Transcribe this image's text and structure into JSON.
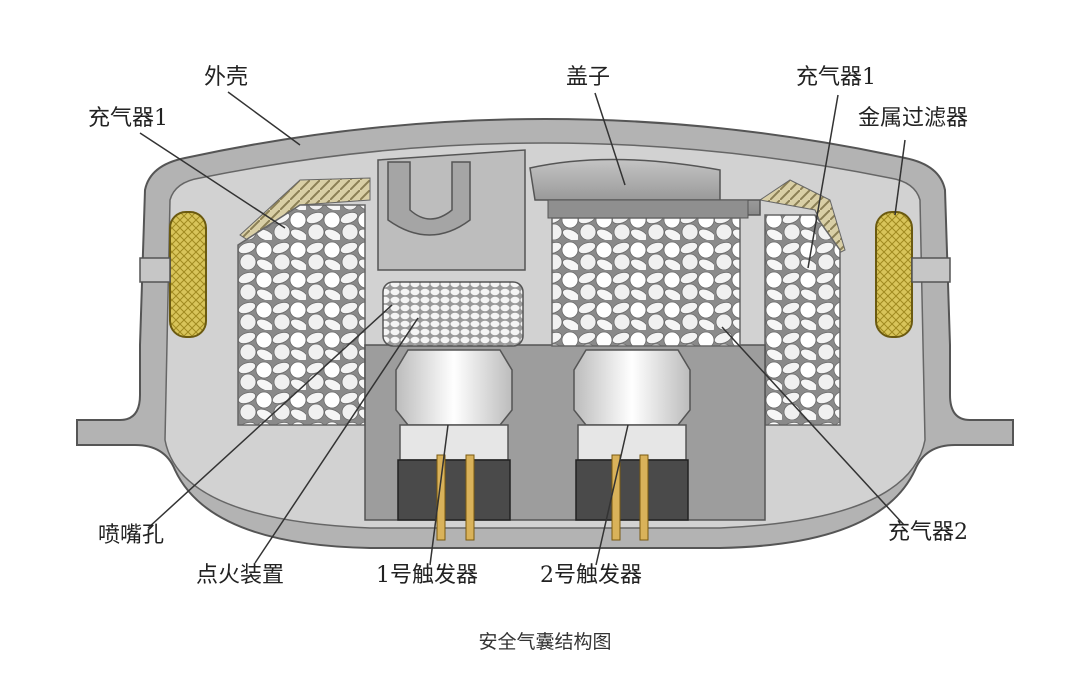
{
  "labels": {
    "outer_shell": "外壳",
    "inflator1_left": "充气器1",
    "cover": "盖子",
    "inflator1_right": "充气器1",
    "metal_filter": "金属过滤器",
    "nozzle_hole": "喷嘴孔",
    "ignition_device": "点火装置",
    "trigger1": "1号触发器",
    "trigger2": "2号触发器",
    "inflator2": "充气器2"
  },
  "caption": "安全气囊结构图"
}
